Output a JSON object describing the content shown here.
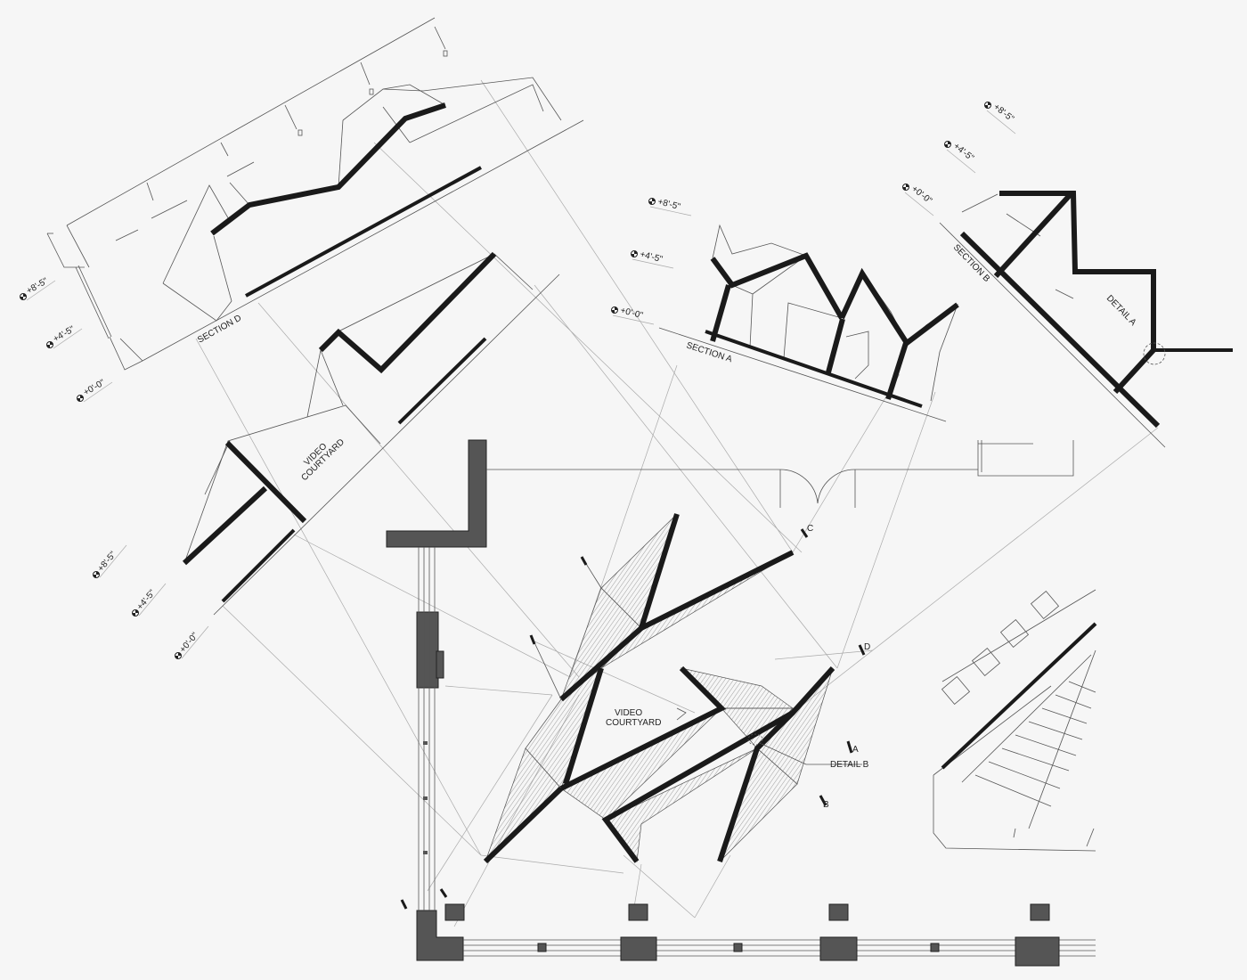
{
  "labels": {
    "section_d": "SECTION D",
    "section_a": "SECTION A",
    "section_b": "SECTION B",
    "detail_a": "DETAIL A",
    "detail_b": "DETAIL B",
    "video_courtyard_line1": "VIDEO",
    "video_courtyard_line2": "COURTYARD",
    "plan_courtyard_line1": "VIDEO",
    "plan_courtyard_line2": "COURTYARD"
  },
  "cut_markers": {
    "a": "A",
    "b": "B",
    "c": "C",
    "d": "D"
  },
  "elevations": {
    "e_top": "+8'-5\"",
    "e_mid": "+4'-5\"",
    "e_base": "+0'-0\""
  },
  "colors": {
    "wall": "#555555",
    "line": "#1a1a1a",
    "background": "#f6f6f6"
  }
}
